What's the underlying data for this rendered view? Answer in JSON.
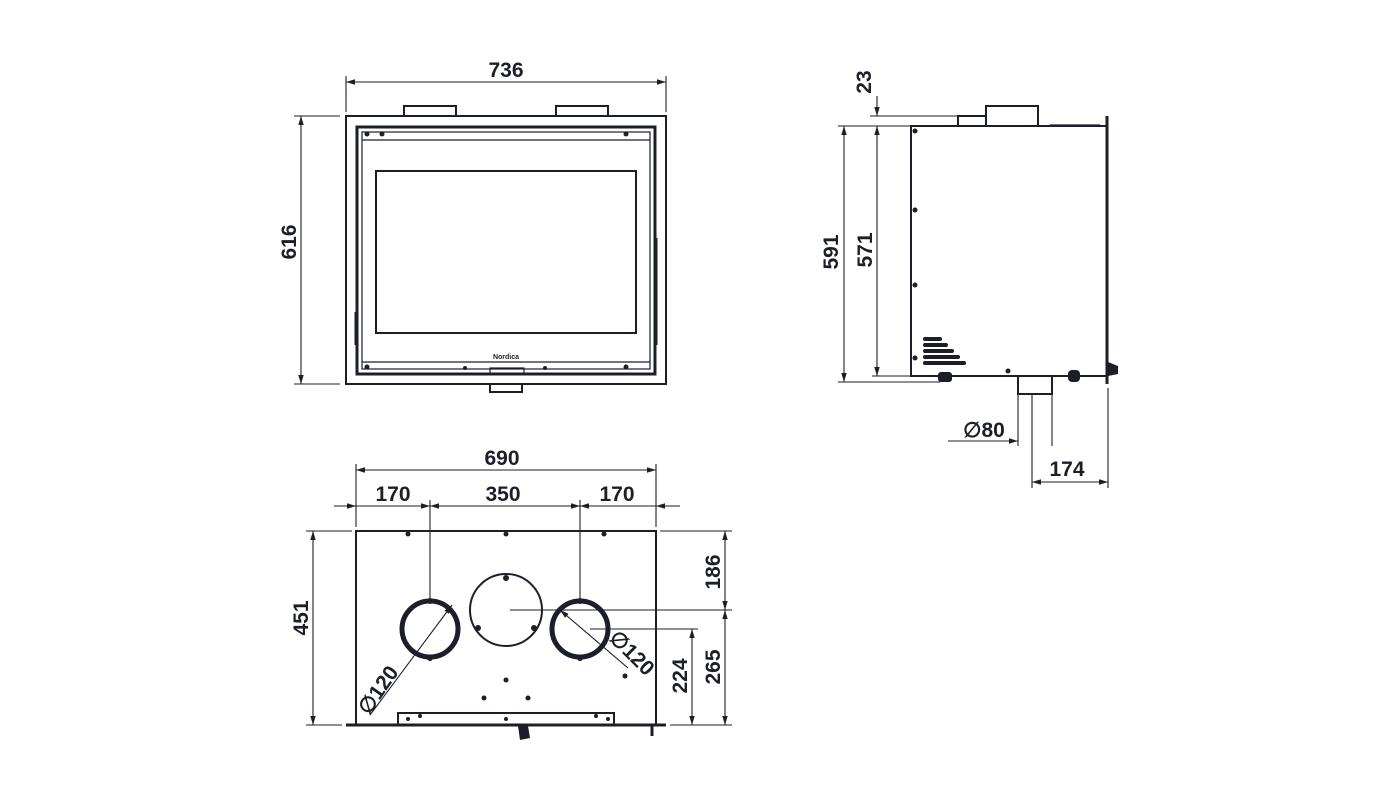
{
  "drawing": {
    "front_view": {
      "width_label": "736",
      "height_label": "616"
    },
    "side_view": {
      "top_offset_label": "23",
      "outer_height_label": "591",
      "inner_height_label": "571",
      "flue_diameter_label": "∅80",
      "flue_offset_label": "174"
    },
    "top_view": {
      "total_width_label": "690",
      "left_spacing_label": "170",
      "center_spacing_label": "350",
      "right_spacing_label": "170",
      "depth_label": "451",
      "center_offset_label": "186",
      "outlet_offset_label": "224",
      "outlet_offset_2_label": "265",
      "left_outlet_label": "∅120",
      "right_outlet_label": "∅120"
    },
    "brand_mark": "Nordica"
  }
}
